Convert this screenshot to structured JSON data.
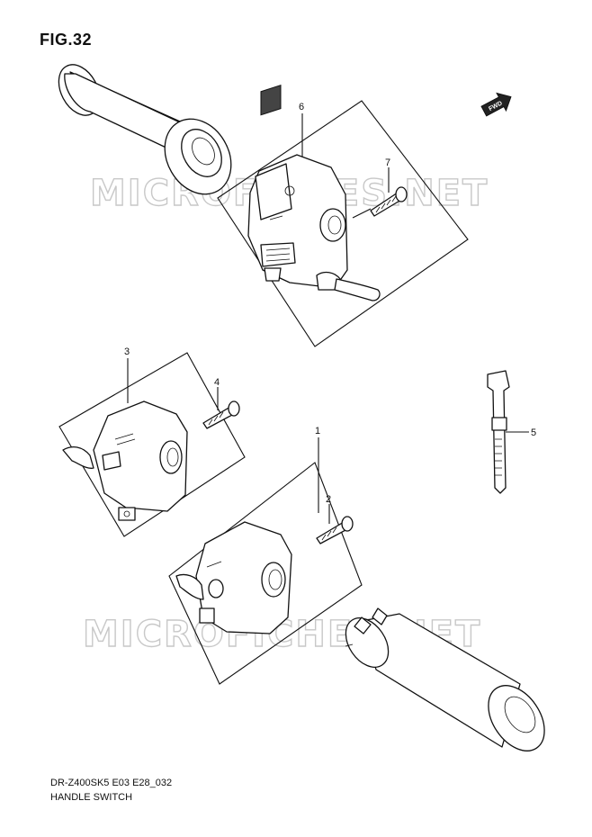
{
  "figure": {
    "title": "FIG.32"
  },
  "footer": {
    "model_code": "DR-Z400SK5 E03 E28_032",
    "name": "HANDLE SWITCH"
  },
  "watermark": {
    "text": "MICROFICHES.NET"
  },
  "fwd_badge": {
    "text": "FWD"
  },
  "callouts": [
    "1",
    "2",
    "3",
    "4",
    "5",
    "6",
    "7"
  ],
  "colors": {
    "line": "#111111",
    "watermark": "#c8c8c8",
    "background": "#ffffff"
  }
}
